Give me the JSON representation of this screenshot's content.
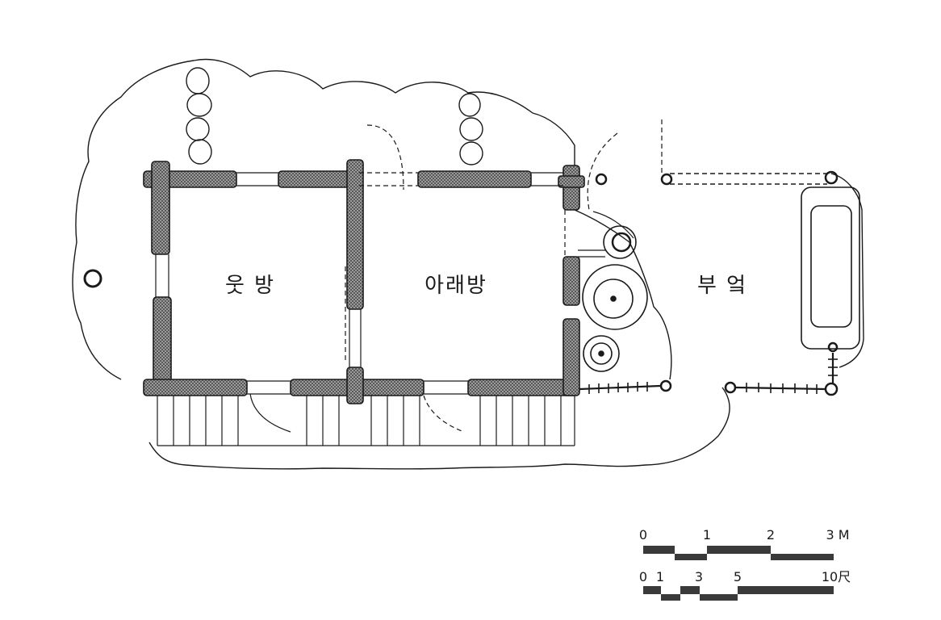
{
  "rooms": {
    "upper_room": "웃  방",
    "lower_room": "아래방",
    "kitchen": "부  엌"
  },
  "scale_bar": {
    "metric": {
      "labels": [
        "0",
        "1",
        "2",
        "3 M"
      ]
    },
    "traditional": {
      "labels": [
        "0",
        "1",
        "3",
        "5",
        "10尺"
      ]
    }
  },
  "colors": {
    "ink": "#1a1a1a",
    "wall_fill": "#8a8a8a",
    "paper": "#ffffff"
  }
}
